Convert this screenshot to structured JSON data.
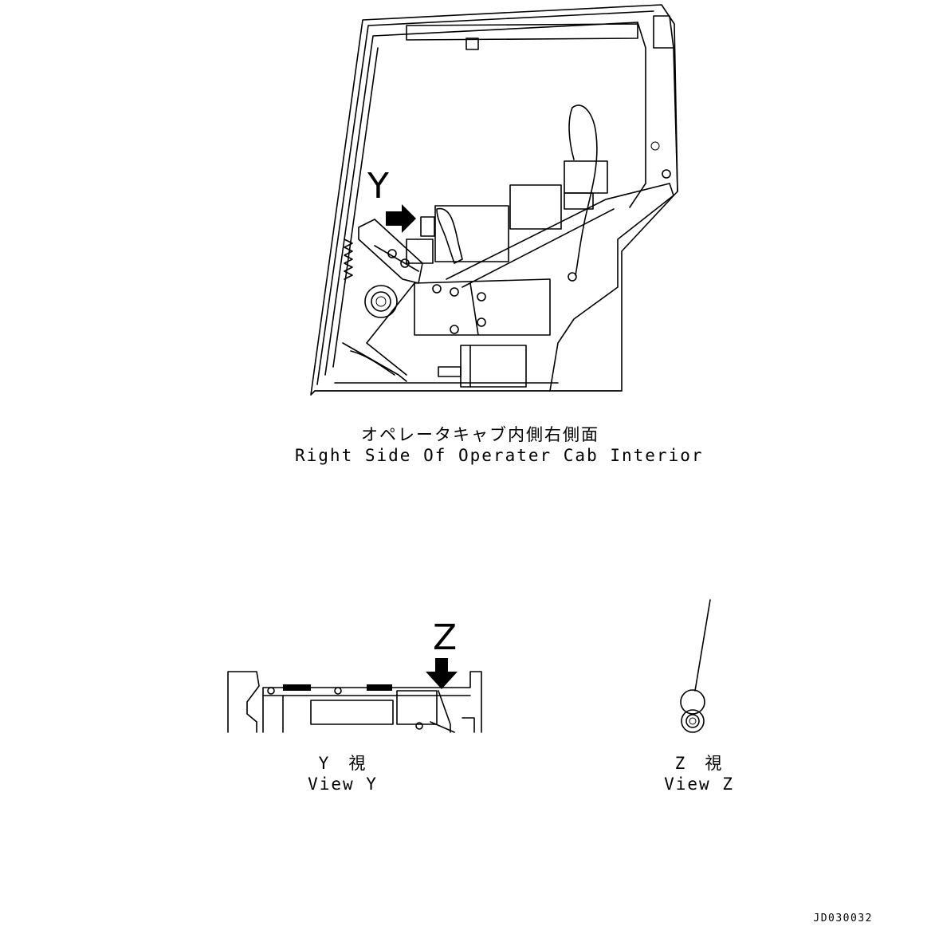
{
  "main_view": {
    "caption_jp": "オペレータキャブ内側右側面",
    "caption_en": "Right Side Of Operater Cab Interior",
    "callout": "Y"
  },
  "view_y": {
    "caption_jp": "Y　視",
    "caption_en": "View Y",
    "callout": "Z"
  },
  "view_z": {
    "caption_jp": "Z　視",
    "caption_en": "View Z"
  },
  "document_id": "JD030032",
  "colors": {
    "line": "#000000",
    "background": "#ffffff"
  }
}
